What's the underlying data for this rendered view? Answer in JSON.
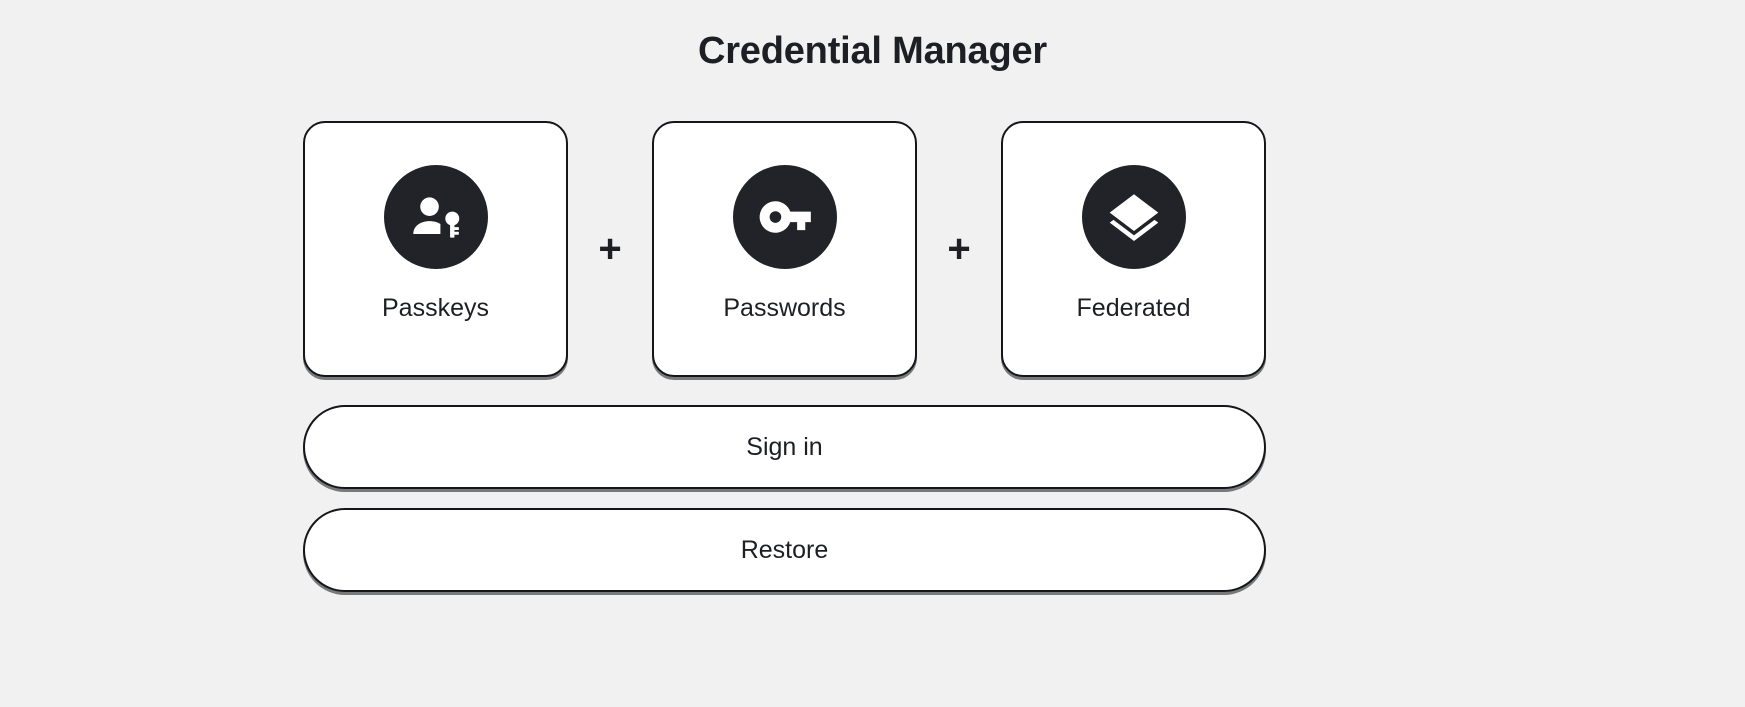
{
  "page": {
    "title": "Credential Manager",
    "background_color": "#f1f1f1",
    "accent_color": "#212328",
    "border_color": "#14161a",
    "card_background": "#ffffff"
  },
  "credentials": {
    "separator": "+",
    "cards": [
      {
        "label": "Passkeys",
        "icon": "passkey-person-key-icon"
      },
      {
        "label": "Passwords",
        "icon": "vpn-key-icon"
      },
      {
        "label": "Federated",
        "icon": "layers-icon"
      }
    ]
  },
  "actions": {
    "sign_in_label": "Sign in",
    "restore_label": "Restore"
  }
}
